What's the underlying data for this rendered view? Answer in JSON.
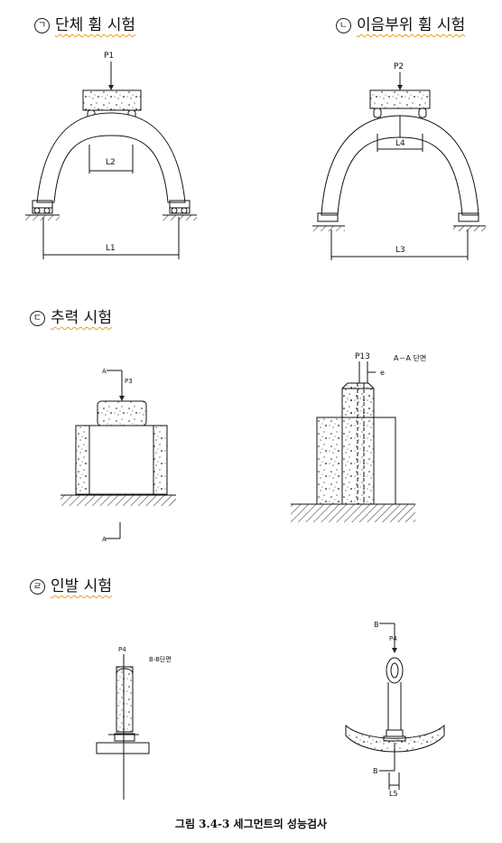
{
  "sections": [
    {
      "marker": "ㄱ",
      "title": "단체 휨 시험"
    },
    {
      "marker": "ㄴ",
      "title": "이음부위 휨 시험"
    },
    {
      "marker": "ㄷ",
      "title": "추력 시험"
    },
    {
      "marker": "ㄹ",
      "title": "인발 시험"
    }
  ],
  "labels": {
    "p1": "P1",
    "p2": "P2",
    "p3": "P3",
    "p13": "P13",
    "p4": "P4",
    "l1": "L1",
    "l2": "L2",
    "l3": "L3",
    "l4": "L4",
    "l5": "L5",
    "e": "e",
    "section_aa": "A－A 단면",
    "section_bb": "B-B단면",
    "b_top": "B",
    "b_bottom": "B",
    "a_top": "A",
    "a_bottom": "A"
  },
  "caption": "그림 3.4-3  세그먼트의 성능검사"
}
